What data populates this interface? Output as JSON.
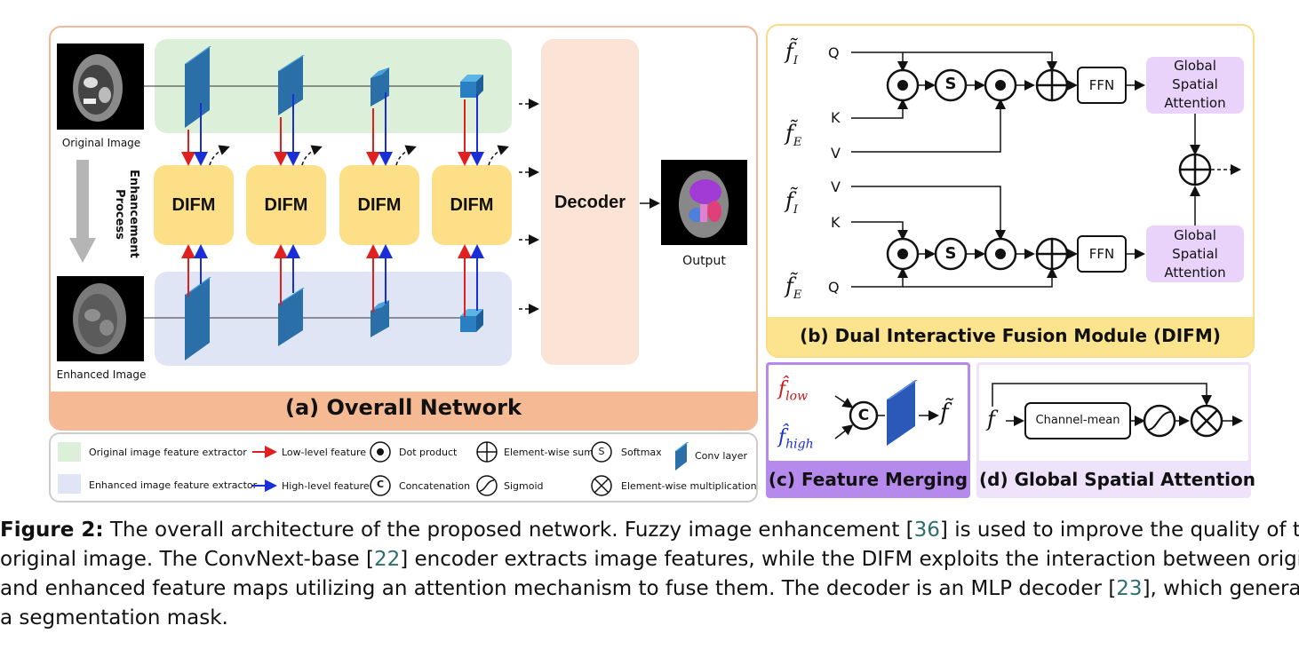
{
  "panel_a": {
    "original_image": "Original Image",
    "enhanced_image": "Enhanced Image",
    "enhancement_process": "Enhancement Process",
    "difm_blocks": [
      "DIFM",
      "DIFM",
      "DIFM",
      "DIFM"
    ],
    "decoder": "Decoder",
    "output": "Output",
    "title": "(a) Overall Network"
  },
  "legend": {
    "orig_extractor": "Original image feature extractor",
    "enh_extractor": "Enhanced image feature extractor",
    "low_level": "Low-level feature",
    "high_level": "High-level feature",
    "dot_product": "Dot product",
    "concatenation": "Concatenation",
    "element_sum": "Element-wise sum",
    "sigmoid": "Sigmoid",
    "softmax": "Softmax",
    "element_mult": "Element-wise multiplication",
    "conv_layer": "Conv layer",
    "concat_symbol": "C",
    "softmax_symbol": "S"
  },
  "panel_b": {
    "top_q": "Q",
    "top_k": "K",
    "top_v": "V",
    "bot_v": "V",
    "bot_k": "K",
    "bot_q": "Q",
    "softmax": "S",
    "ffn": "FFN",
    "gsa_line1": "Global",
    "gsa_line2": "Spatial",
    "gsa_line3": "Attention",
    "title": "(b) Dual Interactive Fusion Module (DIFM)"
  },
  "panel_c": {
    "concat": "C",
    "title": "(c) Feature Merging"
  },
  "panel_d": {
    "f": "f",
    "channel_mean": "Channel-mean",
    "title": "(d) Global Spatial Attention"
  },
  "caption": {
    "label": "Figure 2:",
    "l1a": " The overall architecture of the proposed network. Fuzzy image enhancement [",
    "c1": "36",
    "l1b": "] is used to improve the quality of the",
    "l2a": "original image. The ConvNext-base [",
    "c2": "22",
    "l2b": "] encoder extracts image features, while the DIFM exploits the interaction between original",
    "l3a": "and enhanced feature maps utilizing an attention mechanism to fuse them. The decoder is an MLP decoder [",
    "c3": "23",
    "l3b": "], which generates",
    "l4": "a segmentation mask."
  },
  "colors": {
    "panel_a_border": "#f3b89a",
    "panel_a_title_bg": "#f5b994",
    "orig_band": "#dcefd8",
    "enh_band": "#dfe5f4",
    "difm": "#fddf87",
    "decoder": "#fbe3d6",
    "panel_b_border": "#f8dd86",
    "panel_b_title_bg": "#fce38d",
    "panel_c_bg": "#b68aec",
    "panel_d_bg": "#efe2fb",
    "gsa_box": "#ead3fb",
    "low_level_arrow": "#e02020",
    "high_level_arrow": "#1a2ed8"
  }
}
